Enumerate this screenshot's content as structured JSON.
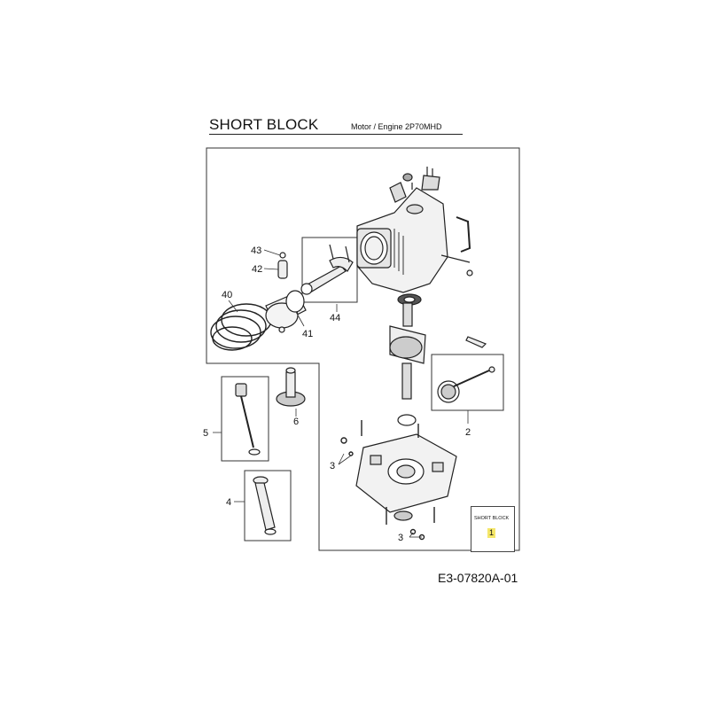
{
  "header": {
    "title": "SHORT BLOCK",
    "subtitle": "Motor / Engine  2P70MHD"
  },
  "callouts": {
    "c43": "43",
    "c42": "42",
    "c40": "40",
    "c41": "41",
    "c44": "44",
    "c2": "2",
    "c5": "5",
    "c6": "6",
    "c3a": "3",
    "c4": "4",
    "c3b": "3"
  },
  "legend": {
    "title": "SHORT BLOCK",
    "badge": "1",
    "badge_color": "#f5e76a"
  },
  "footer": {
    "doc_id": "E3-07820A-01"
  },
  "icons": [
    "cylinder-block-icon",
    "crankshaft-icon",
    "piston-icon",
    "piston-rings-icon",
    "connecting-rod-icon",
    "governor-gear-icon",
    "dipstick-icon",
    "oil-fill-tube-icon",
    "crankcase-cover-icon",
    "bolt-icon"
  ]
}
